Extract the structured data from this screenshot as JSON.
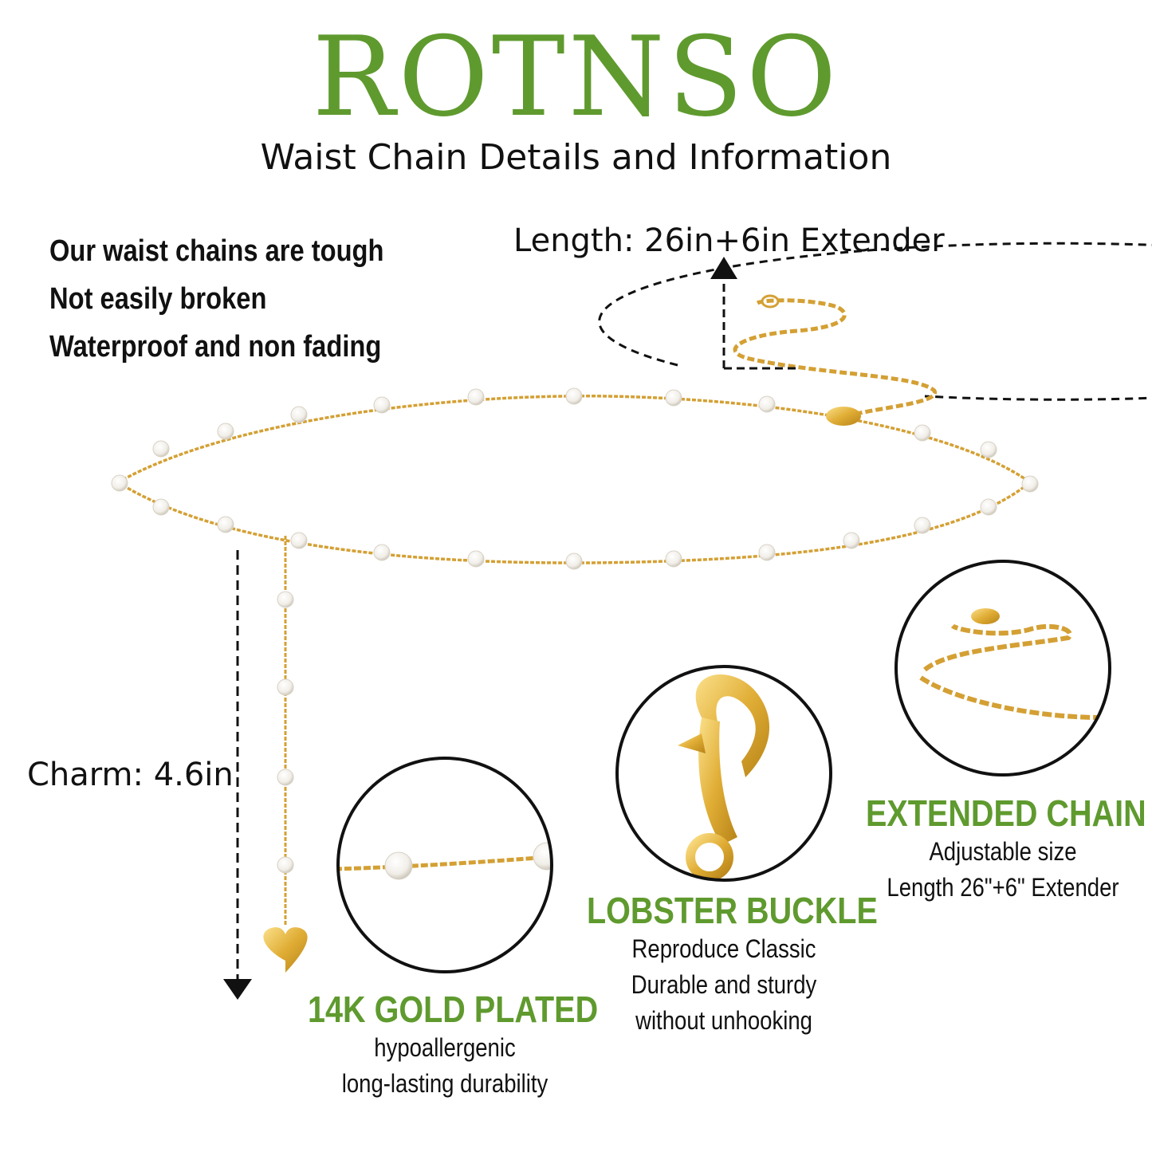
{
  "brand": "ROTNSO",
  "subtitle": "Waist Chain Details and Information",
  "claims": [
    "Our waist chains are tough",
    "Not easily broken",
    "Waterproof and non fading"
  ],
  "dimensions": {
    "length": "Length: 26in+6in Extender",
    "charm": "Charm: 4.6in"
  },
  "features": [
    {
      "title": "14K GOLD PLATED",
      "lines": [
        "hypoallergenic",
        "long-lasting durability"
      ]
    },
    {
      "title": "LOBSTER BUCKLE",
      "lines": [
        "Reproduce Classic",
        "Durable and sturdy",
        "without unhooking"
      ]
    },
    {
      "title": "EXTENDED CHAIN",
      "lines": [
        "Adjustable size",
        "Length 26\"+6\" Extender"
      ]
    }
  ],
  "colors": {
    "accent_green": "#5f9a2e",
    "gold": "#d9a93a",
    "pearl": "#f4f1ea",
    "text": "#111111"
  }
}
